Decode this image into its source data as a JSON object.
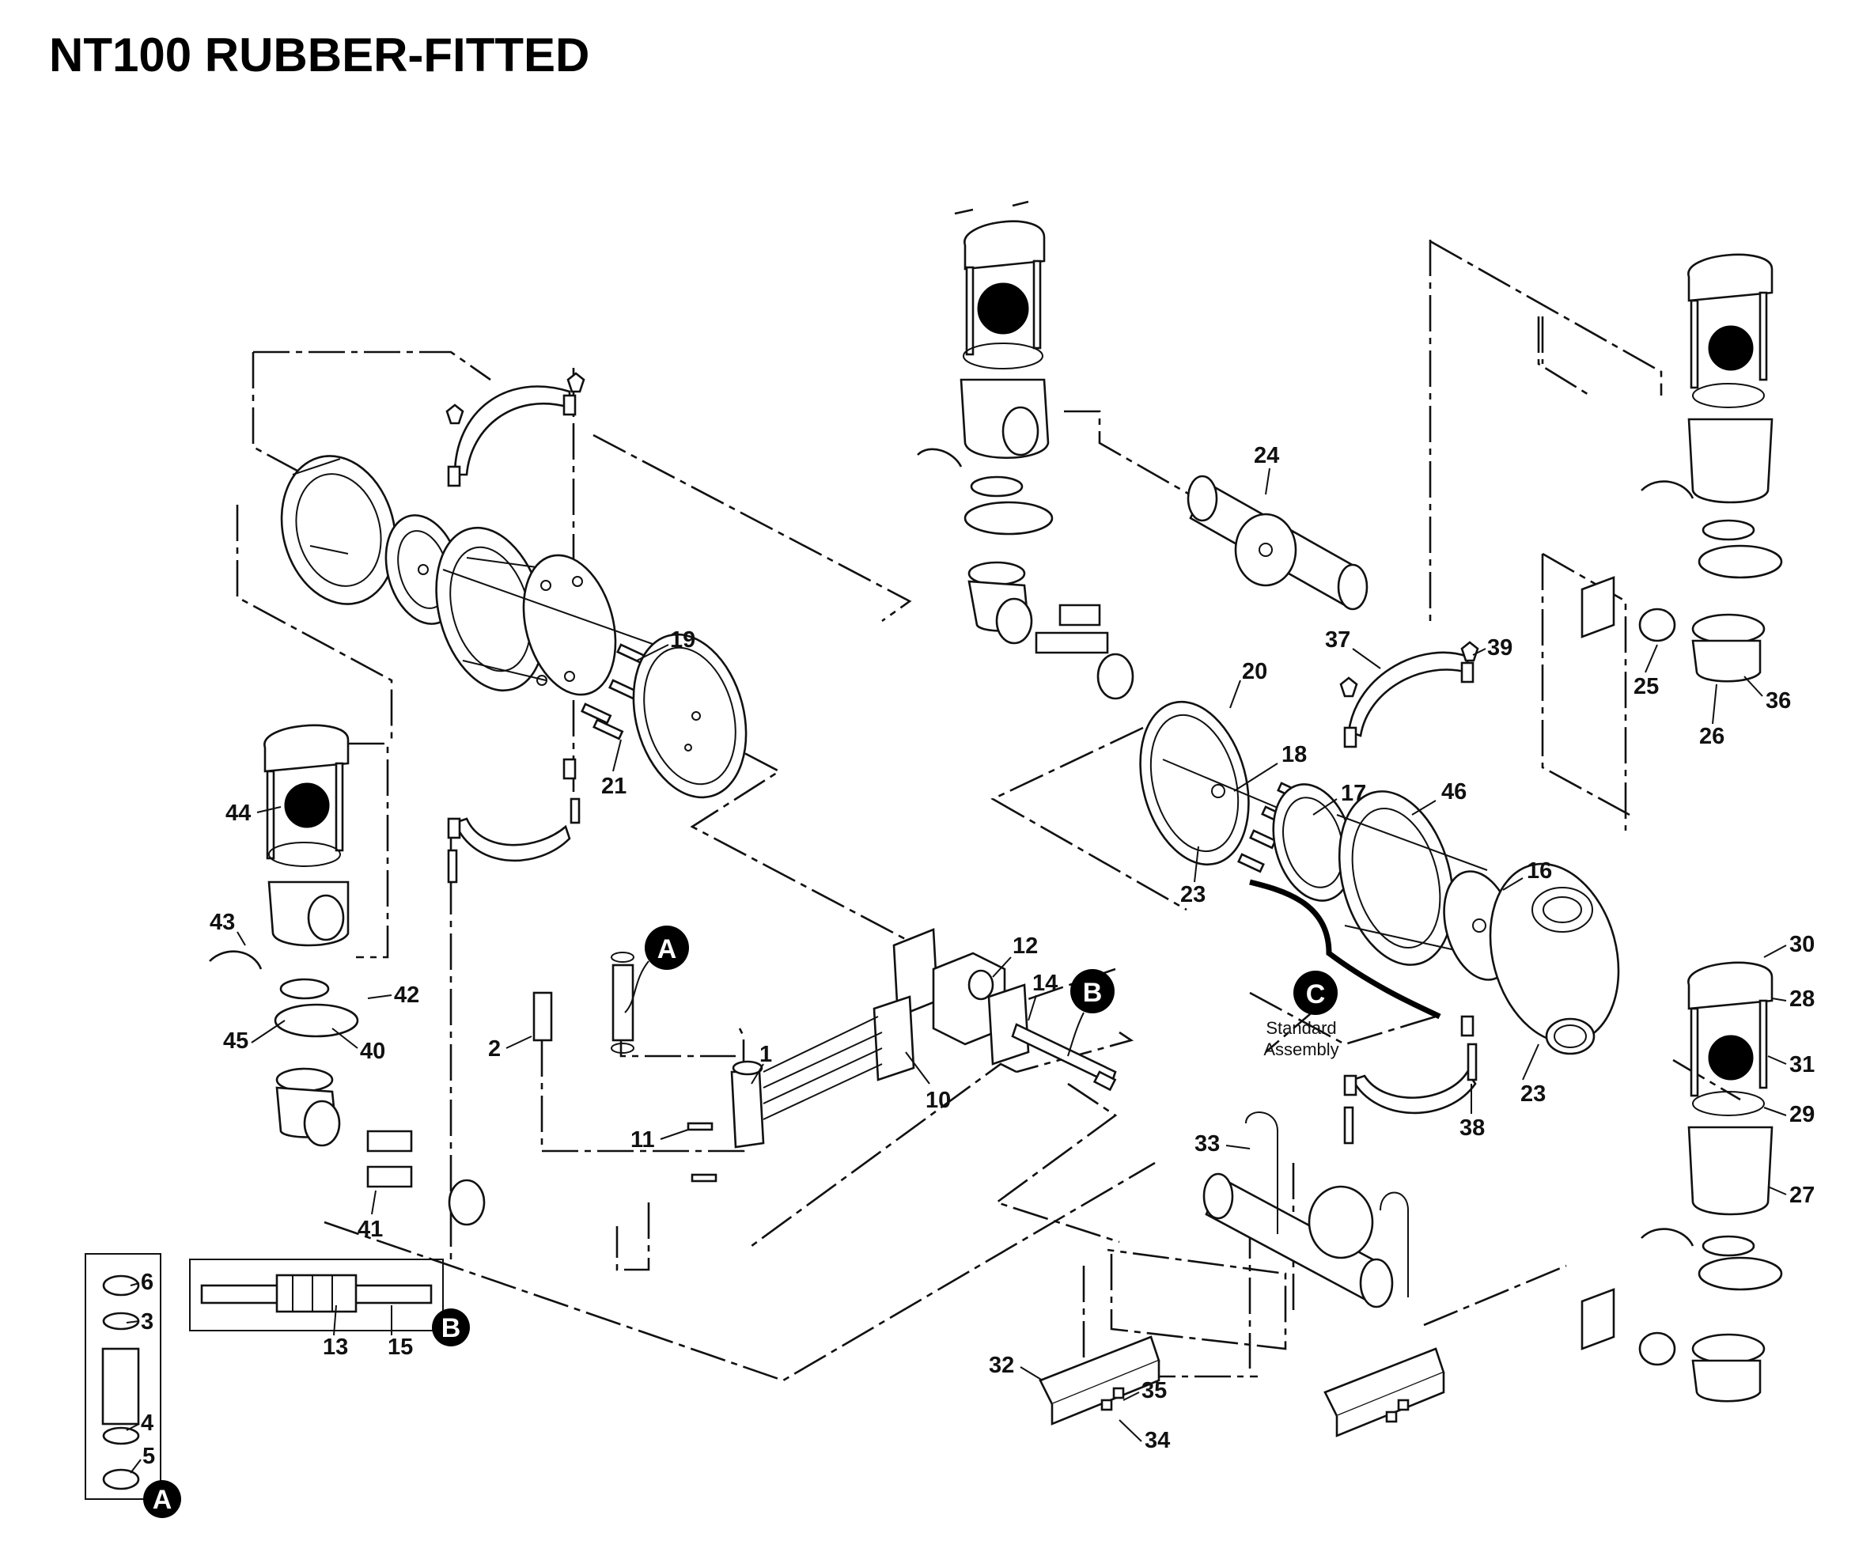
{
  "title": "NT100 RUBBER-FITTED",
  "colors": {
    "ink": "#111111",
    "background": "#ffffff",
    "callout_fill": "#000000"
  },
  "callouts": {
    "A": {
      "letter": "A"
    },
    "B": {
      "letter": "B"
    },
    "C": {
      "letter": "C",
      "note_line1": "Standard",
      "note_line2": "Assembly"
    }
  },
  "part_numbers": [
    "1",
    "2",
    "3",
    "4",
    "5",
    "6",
    "10",
    "11",
    "12",
    "13",
    "14",
    "15",
    "16",
    "17",
    "18",
    "19",
    "20",
    "21",
    "23",
    "24",
    "25",
    "26",
    "27",
    "28",
    "29",
    "30",
    "31",
    "32",
    "33",
    "34",
    "35",
    "36",
    "37",
    "38",
    "39",
    "40",
    "41",
    "42",
    "43",
    "44",
    "45",
    "46"
  ],
  "labels": {
    "p1": "1",
    "p2": "2",
    "p3": "3",
    "p4": "4",
    "p5": "5",
    "p6": "6",
    "p10": "10",
    "p11": "11",
    "p12": "12",
    "p13": "13",
    "p14": "14",
    "p15": "15",
    "p16": "16",
    "p17": "17",
    "p18": "18",
    "p19": "19",
    "p20": "20",
    "p21": "21",
    "p23a": "23",
    "p23b": "23",
    "p24": "24",
    "p25": "25",
    "p26": "26",
    "p27": "27",
    "p28": "28",
    "p29": "29",
    "p30": "30",
    "p31": "31",
    "p32": "32",
    "p33": "33",
    "p34": "34",
    "p35": "35",
    "p36": "36",
    "p37": "37",
    "p38": "38",
    "p39": "39",
    "p40": "40",
    "p41": "41",
    "p42": "42",
    "p43": "43",
    "p44": "44",
    "p45": "45",
    "p46": "46"
  }
}
